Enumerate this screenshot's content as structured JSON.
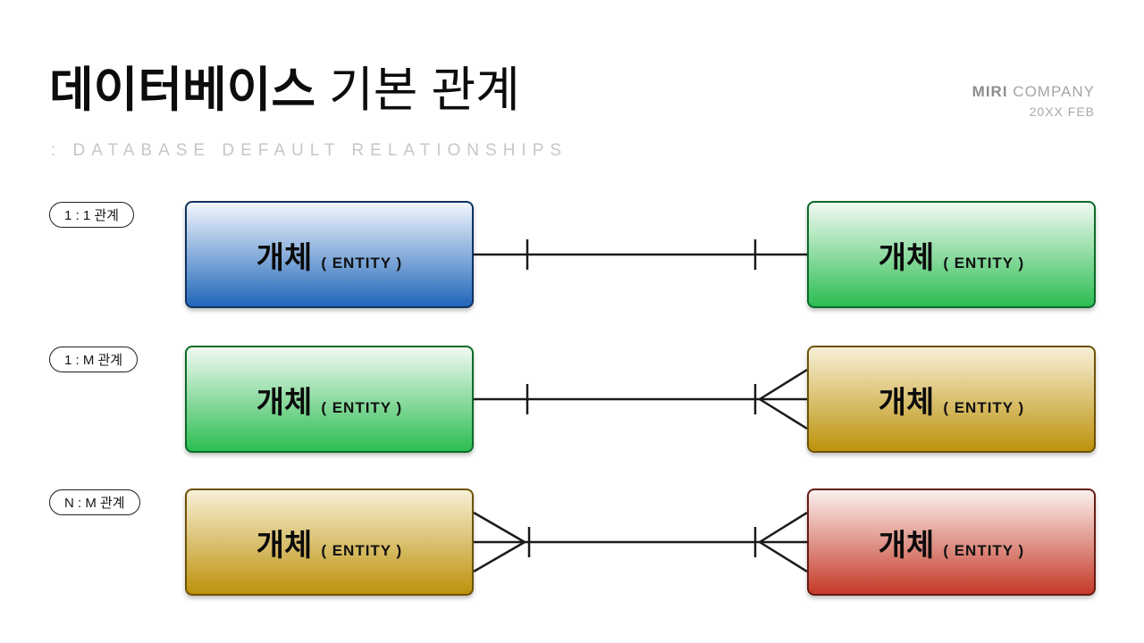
{
  "header": {
    "title_bold": "데이터베이스",
    "title_regular": "기본 관계",
    "subtitle": ":  DATABASE DEFAULT RELATIONSHIPS",
    "brand_bold": "MIRI",
    "brand_regular": "COMPANY",
    "date": "20XX FEB"
  },
  "colors": {
    "line": "#1a1a1a",
    "pill_border": "#1f1f1f",
    "subtitle_gray": "#c7c7c7"
  },
  "rows": [
    {
      "label": "1 : 1 관계",
      "relationship": "one-to-one",
      "left": {
        "title": "개체",
        "subtitle": "( ENTITY )",
        "color_top": "#f2f7fd",
        "color_bottom": "#2066ba",
        "border": "#0f3260"
      },
      "right": {
        "title": "개체",
        "subtitle": "( ENTITY )",
        "color_top": "#f1faf2",
        "color_bottom": "#2cbd52",
        "border": "#0b6b27"
      }
    },
    {
      "label": "1 : M 관계",
      "relationship": "one-to-many",
      "left": {
        "title": "개체",
        "subtitle": "( ENTITY )",
        "color_top": "#f1faf2",
        "color_bottom": "#2cbd52",
        "border": "#0b6b27"
      },
      "right": {
        "title": "개체",
        "subtitle": "( ENTITY )",
        "color_top": "#f7f0d6",
        "color_bottom": "#bd920c",
        "border": "#6e5208"
      }
    },
    {
      "label": "N : M 관계",
      "relationship": "many-to-many",
      "left": {
        "title": "개체",
        "subtitle": "( ENTITY )",
        "color_top": "#f7f0d6",
        "color_bottom": "#bd920c",
        "border": "#6e5208"
      },
      "right": {
        "title": "개체",
        "subtitle": "( ENTITY )",
        "color_top": "#fbf1ee",
        "color_bottom": "#c53a28",
        "border": "#651d12"
      }
    }
  ]
}
